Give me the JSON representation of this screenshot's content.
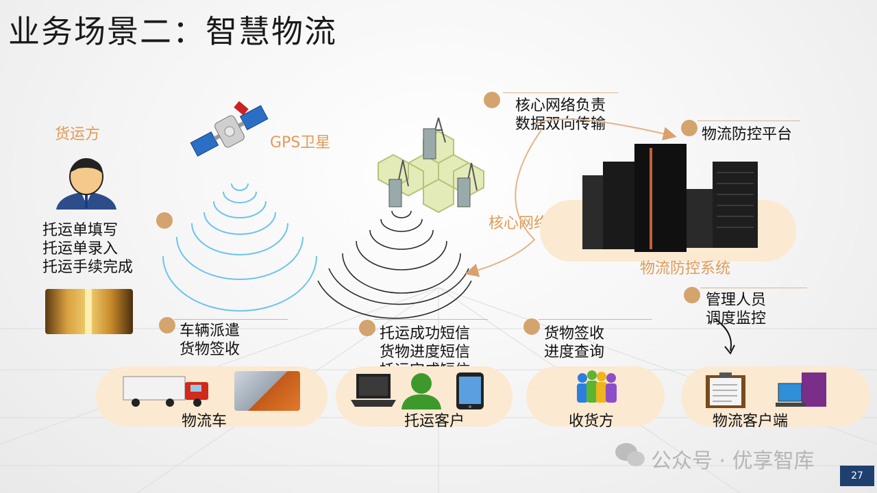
{
  "title": "业务场景二：智慧物流",
  "labels": {
    "shipper": "货运方",
    "gps": "GPS卫星",
    "core_network": "核心网络",
    "core_desc_1": "核心网络负责",
    "core_desc_2": "数据双向传输",
    "platform": "物流防控平台",
    "system": "物流防控系统",
    "admin_1": "管理人员",
    "admin_2": "调度监控"
  },
  "shipper_steps": [
    "托运单填写",
    "托运单录入",
    "托运手续完成"
  ],
  "truck_notes": [
    "车辆派遣",
    "货物签收"
  ],
  "sms_notes": [
    "托运成功短信",
    "货物进度短信",
    "托运完成短信"
  ],
  "receiver_notes": [
    "货物签收",
    "进度查询"
  ],
  "pills": {
    "truck": "物流车",
    "customer": "托运客户",
    "receiver": "收货方",
    "client": "物流客户端"
  },
  "watermark": "公众号 · 优享智库",
  "page_number": "27",
  "colors": {
    "accent_orange": "#e29a55",
    "dot": "#d4a46e",
    "pill": "#fbe9d2",
    "signal_blue": "#6cc3ee",
    "badge": "#1f3f6e"
  }
}
